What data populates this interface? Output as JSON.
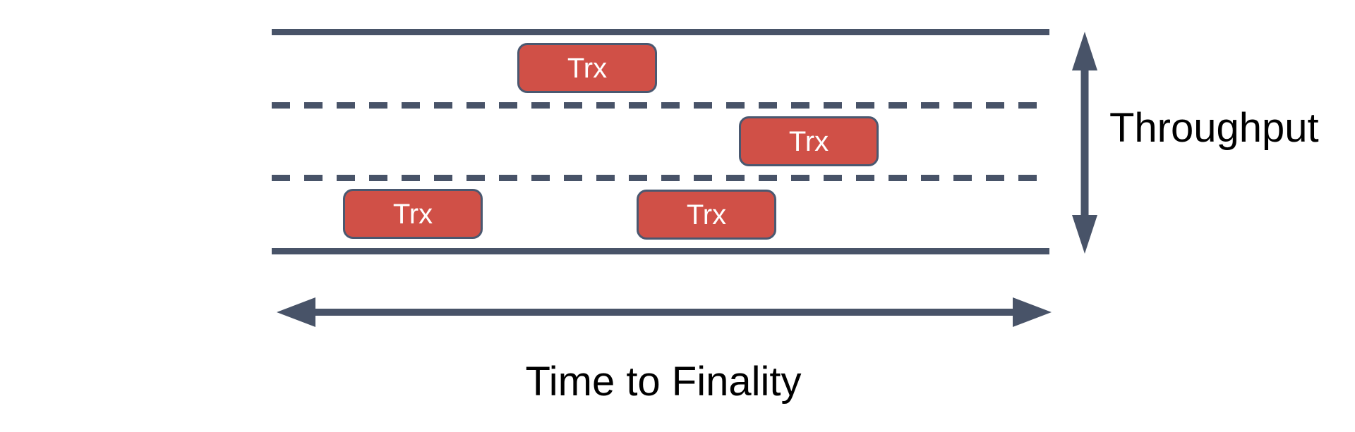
{
  "diagram": {
    "type": "blockchain-lanes-diagram",
    "lane_count": 3
  },
  "transactions": [
    {
      "label": "Trx",
      "lane": 1
    },
    {
      "label": "Trx",
      "lane": 2
    },
    {
      "label": "Trx",
      "lane": 3
    },
    {
      "label": "Trx",
      "lane": 3
    }
  ],
  "labels": {
    "throughput": "Throughput",
    "time_to_finality": "Time to Finality"
  },
  "colors": {
    "line": "#485368",
    "arrow": "#485368",
    "box_fill": "#d05047",
    "box_border": "#4a5870",
    "box_text": "#ffffff",
    "label_text": "#000000"
  }
}
